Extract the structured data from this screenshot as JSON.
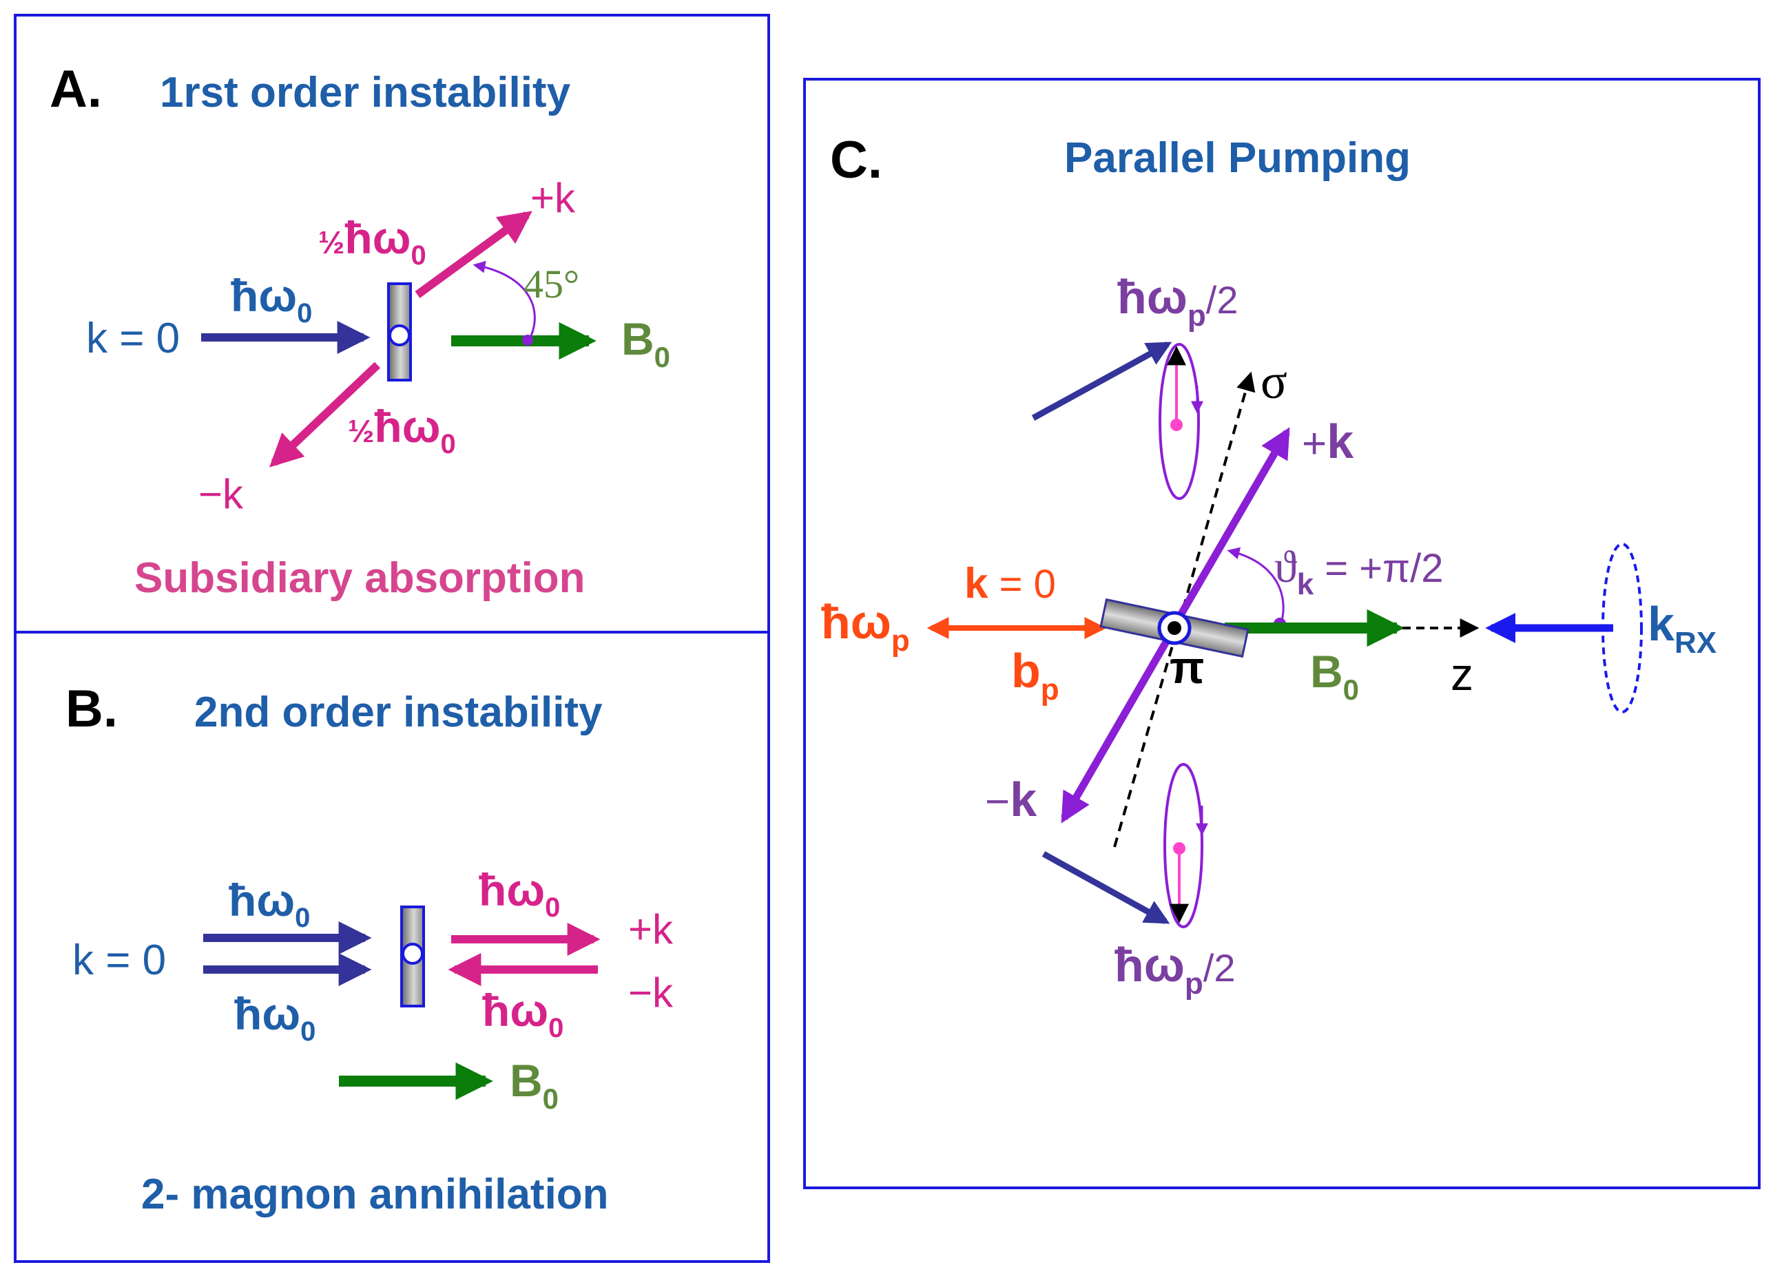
{
  "panel_a": {
    "letter": "A.",
    "title": "1rst order instability",
    "k_zero": "k = 0",
    "hbar": "ħ",
    "omega": "ω",
    "sub_zero": "0",
    "half": "½",
    "plus_k": "+k",
    "minus_k": "−k",
    "angle": "45°",
    "b_field": "B",
    "caption": "Subsidiary absorption"
  },
  "panel_b": {
    "letter": "B.",
    "title": "2nd order instability",
    "k_zero": "k = 0",
    "hbar": "ħ",
    "omega": "ω",
    "sub_zero": "0",
    "plus_k": "+k",
    "minus_k": "−k",
    "b_field": "B",
    "caption": "2- magnon annihilation"
  },
  "panel_c": {
    "letter": "C.",
    "title": "Parallel Pumping",
    "hbar": "ħ",
    "omega": "ω",
    "sub_p": "p",
    "half_div": "/2",
    "sigma": "σ",
    "pi_label": "π",
    "plus": "+",
    "k": "k",
    "minus": "−",
    "theta": "ϑ",
    "sub_k": "k",
    "theta_value": " = +π/2",
    "k_eq": " = 0",
    "b_letter": "b",
    "b_field": "B",
    "sub_zero": "0",
    "z_axis": "z",
    "k_rx": "k",
    "sub_rx": "RX"
  },
  "colors": {
    "frame": "#1a1adb",
    "title_blue": "#1f5ea8",
    "navy_arrow": "#333399",
    "magenta": "#d6238a",
    "green_arrow": "#0b7d0b",
    "olive_text": "#5f8a3c",
    "purple": "#8b1fd6",
    "purple_text": "#7a3fa0",
    "orange": "#ff4a14",
    "pink": "#ff44cc"
  }
}
